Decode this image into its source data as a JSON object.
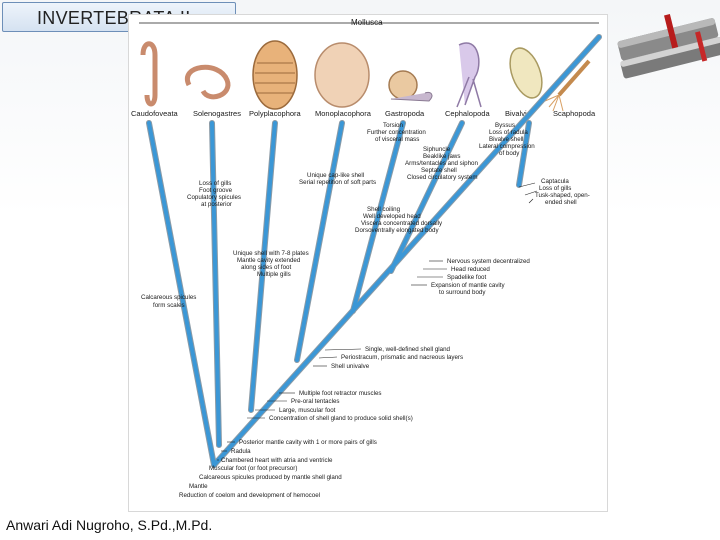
{
  "header": {
    "title": "INVERTEBRATA II"
  },
  "footer": {
    "author": "Anwari Adi Nugroho, S.Pd.,M.Pd."
  },
  "figure": {
    "group_label": "Mollusca",
    "taxa": [
      "Caudofoveata",
      "Solenogastres",
      "Polyplacophora",
      "Monoplacophora",
      "Gastropoda",
      "Cephalopoda",
      "Bivalvia",
      "Scaphopoda"
    ],
    "annotations": {
      "caudofoveata": [
        "Calcareous spicules",
        "form scales"
      ],
      "solenogastres": [
        "Loss of gills",
        "Foot groove",
        "Copulatory spicules",
        "at posterior"
      ],
      "polyplacophora": [
        "Unique shell with 7-8 plates",
        "Mantle cavity extended",
        "along sides of foot",
        "Multiple gills"
      ],
      "monoplacophora": [
        "Unique cap-like shell",
        "Serial repetition of soft parts"
      ],
      "gastropoda": [
        "Torsion",
        "Further concentration",
        "of visceral mass"
      ],
      "cephalopoda": [
        "Siphuncle",
        "Beaklike jaws",
        "Arms/tentacles and siphon",
        "Septate shell",
        "Closed circulatory system"
      ],
      "bivalvia": [
        "Byssus",
        "Loss of radula",
        "Bivalve shell",
        "Lateral compression",
        "of body"
      ],
      "scaphopoda": [
        "Captacula",
        "Loss of gills",
        "Tusk-shaped, open-",
        "ended shell"
      ],
      "gastro_ceph": [
        "Shell coiling",
        "Well developed head",
        "Viscera concentrated dorsally",
        "Dorsoventrally elongated body"
      ],
      "conchifera_upper": [
        "Nervous system decentralized",
        "Head reduced",
        "Spadelike foot",
        "Expansion of mantle cavity",
        "to surround body"
      ],
      "conchifera": [
        "Single, well-defined shell gland",
        "Periostracum, prismatic and nacreous layers",
        "Shell univalve"
      ],
      "eumollusca": [
        "Multiple foot retractor muscles",
        "Pre-oral tentacles",
        "Large, muscular foot",
        "Concentration of shell gland to produce solid shell(s)"
      ],
      "mollusca_base": [
        "Posterior mantle cavity with 1 or more pairs of gills",
        "Radula",
        "Chambered heart with atria and ventricle",
        "Muscular foot (or foot precursor)",
        "Calcareous spicules produced by mantle shell gland",
        "Mantle",
        "Reduction of coelom and development of hemocoel"
      ]
    }
  },
  "colors": {
    "branch": "#3b97d6",
    "branch_dark": "#7a8c99",
    "title_border": "#6d8fb8"
  }
}
